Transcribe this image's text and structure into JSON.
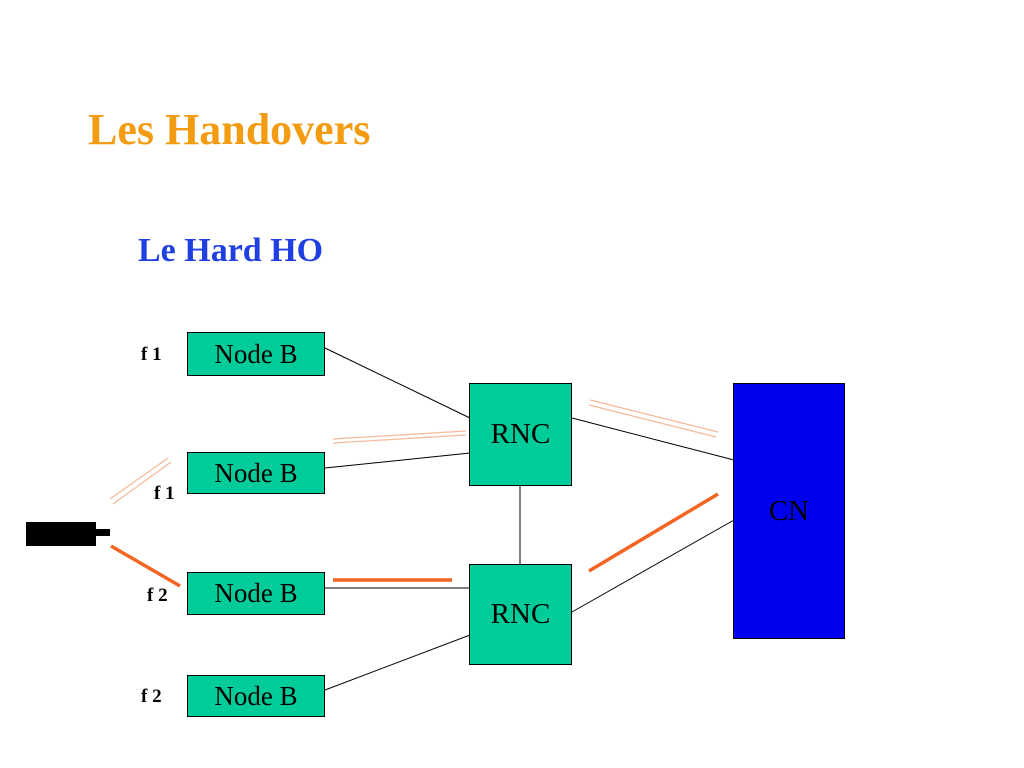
{
  "slide": {
    "title": "Les Handovers",
    "subtitle": "Le Hard HO"
  },
  "diagram": {
    "frequency_labels": [
      "f 1",
      "f 1",
      "f 2",
      "f 2"
    ],
    "node_b_label": "Node B",
    "rnc_label": "RNC",
    "cn_label": "CN",
    "colors": {
      "node_fill": "#00cc99",
      "cn_fill": "#0000ee",
      "title": "#f39c12",
      "subtitle": "#1f3fe0",
      "active_link": "#f26522",
      "previous_link": "#f5b89a"
    }
  }
}
